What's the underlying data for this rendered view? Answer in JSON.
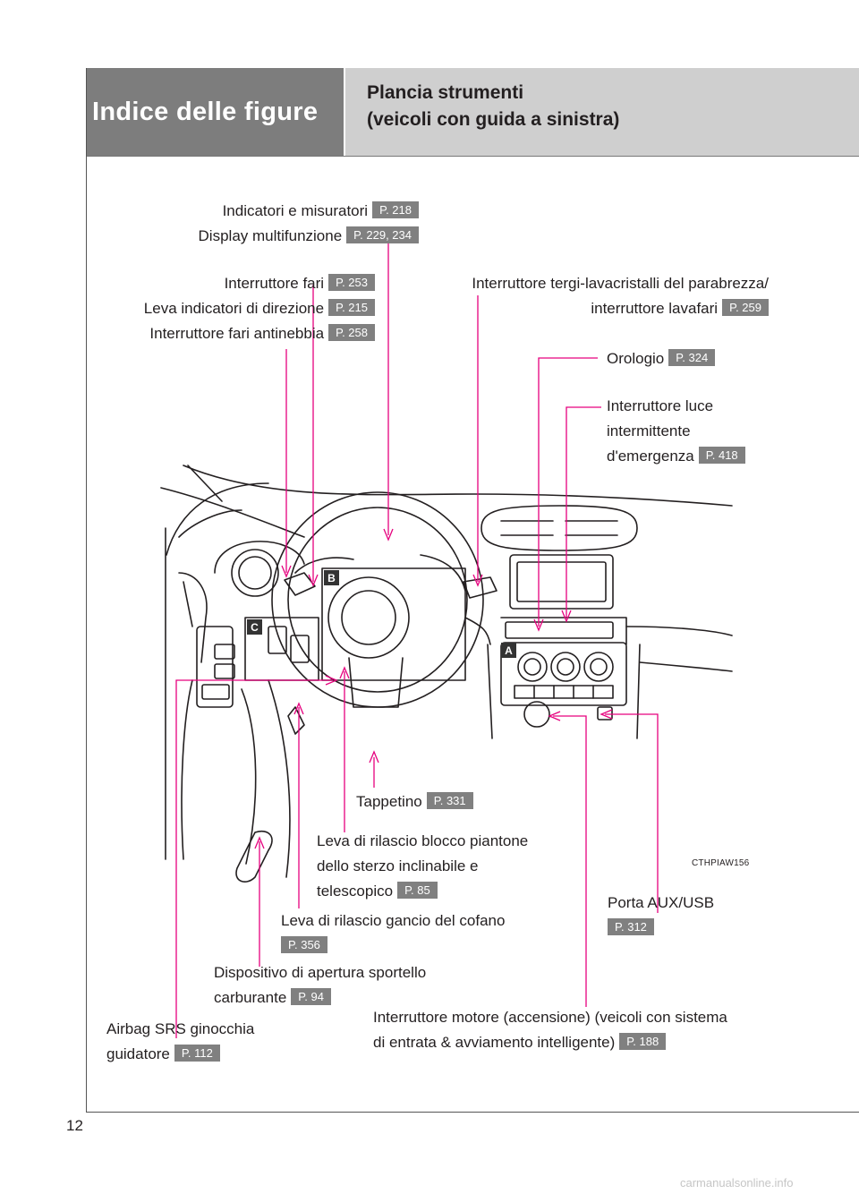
{
  "header": {
    "section": "Indice delle figure",
    "title_line1": "Plancia strumenti",
    "title_line2": "(veicoli con guida a sinistra)"
  },
  "labels": {
    "indicatori": {
      "text": "Indicatori e misuratori",
      "ref": "P. 218"
    },
    "display": {
      "text": "Display multifunzione",
      "ref": "P. 229, 234"
    },
    "fari": {
      "text": "Interruttore fari",
      "ref": "P. 253"
    },
    "leva_indicatori": {
      "text": "Leva indicatori di direzione",
      "ref": "P. 215"
    },
    "antinebbia": {
      "text": "Interruttore fari antinebbia",
      "ref": "P. 258"
    },
    "tergi_line1": "Interruttore tergi-lavacristalli del parabrezza/",
    "tergi_line2": {
      "text": "interruttore lavafari",
      "ref": "P. 259"
    },
    "orologio": {
      "text": "Orologio",
      "ref": "P. 324"
    },
    "emergenza_line1": "Interruttore luce",
    "emergenza_line2": "intermittente",
    "emergenza_line3": {
      "text": "d'emergenza",
      "ref": "P. 418"
    },
    "tappetino": {
      "text": "Tappetino",
      "ref": "P. 331"
    },
    "piantone_line1": "Leva di rilascio blocco piantone",
    "piantone_line2": "dello sterzo inclinabile e",
    "piantone_line3": {
      "text": "telescopico",
      "ref": "P. 85"
    },
    "porta_aux": {
      "text": "Porta AUX/USB",
      "ref": "P. 312"
    },
    "cofano": {
      "text": "Leva di rilascio gancio del cofano",
      "ref": "P. 356"
    },
    "sportello_line1": "Dispositivo di apertura sportello",
    "sportello_line2": {
      "text": "carburante",
      "ref": "P. 94"
    },
    "motore_line1": "Interruttore motore (accensione) (veicoli con sistema",
    "motore_line2": {
      "text": "di entrata & avviamento intelligente)",
      "ref": "P. 188"
    },
    "airbag_line1": "Airbag SRS ginocchia",
    "airbag_line2": {
      "text": "guidatore",
      "ref": "P. 112"
    }
  },
  "markers": {
    "a": "A",
    "b": "B",
    "c": "C"
  },
  "image_code": "CTHPIAW156",
  "page_number": "12",
  "watermark": "carmanualsonline.info",
  "colors": {
    "leader": "#e6007e",
    "header_dark": "#7d7d7d",
    "header_light": "#cfcfcf",
    "badge": "#808080"
  }
}
